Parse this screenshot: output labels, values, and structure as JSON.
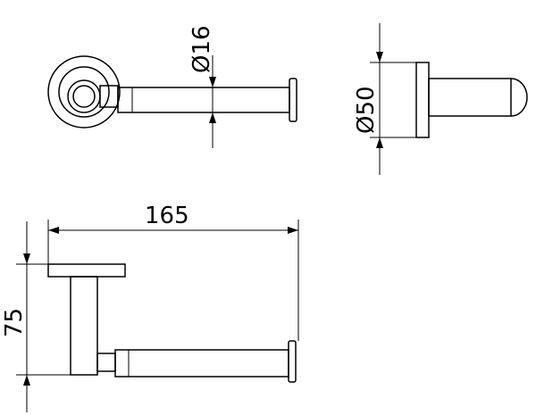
{
  "dimensions": {
    "rod_diameter": "Ø16",
    "rosette_diameter": "Ø50",
    "overall_width": "165",
    "overall_height": "75"
  }
}
